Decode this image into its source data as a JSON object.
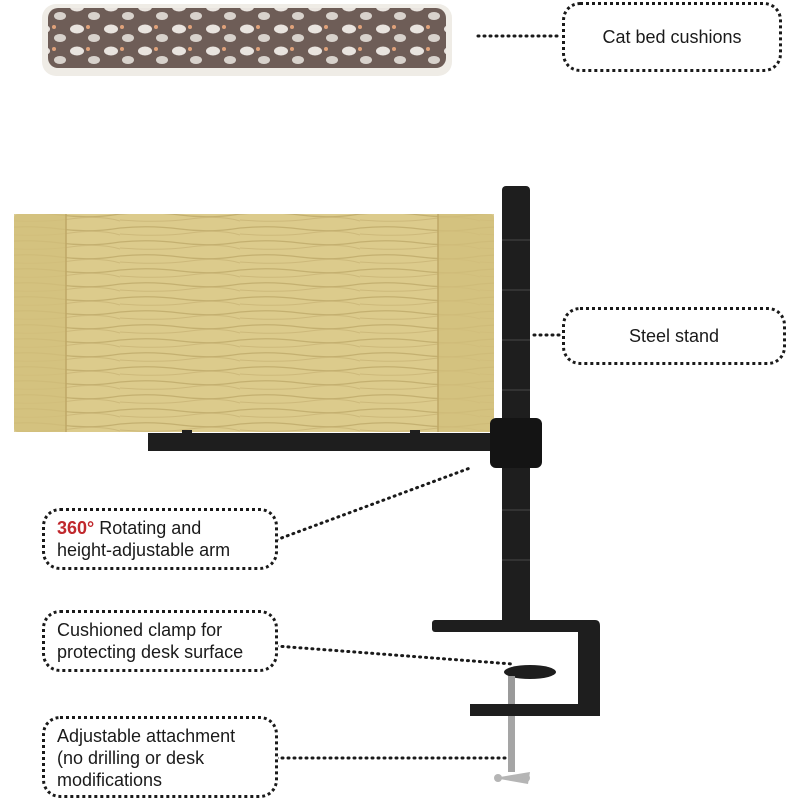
{
  "labels": {
    "cushion": "Cat bed cushions",
    "stand": "Steel stand",
    "arm_accent": "360°",
    "arm_rest_1": " Rotating and",
    "arm_line_2": "height-adjustable arm",
    "clamp_line_1": "Cushioned clamp for",
    "clamp_line_2": "protecting desk surface",
    "attach_line_1": "Adjustable attachment",
    "attach_line_2": "(no drilling or desk",
    "attach_line_3": "modifications"
  },
  "colors": {
    "accent": "#c0282d",
    "wood": "#d9c98a",
    "metal": "#1e1e1e",
    "cushion": "#6b5a55"
  }
}
